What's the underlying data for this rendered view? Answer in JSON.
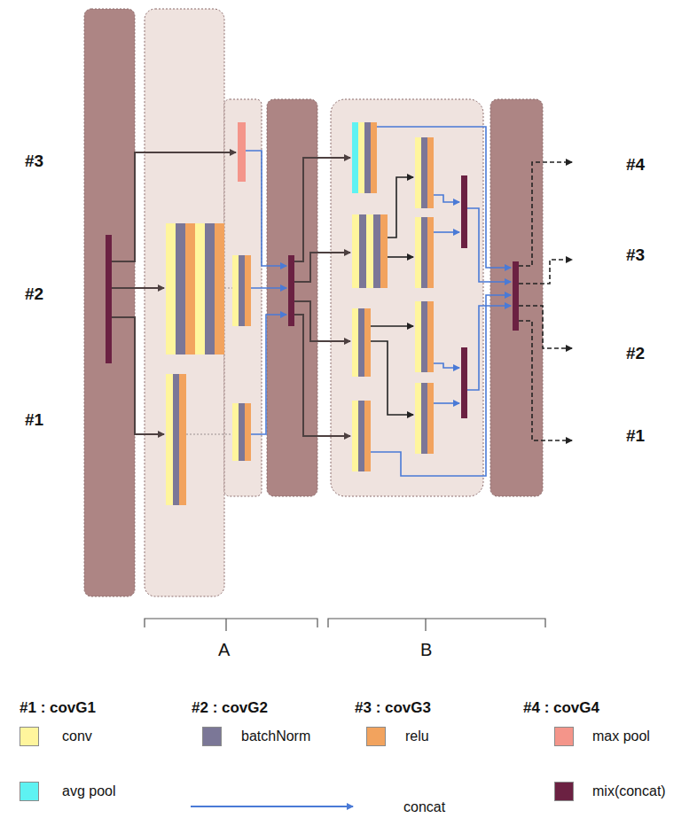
{
  "diagram": {
    "labels": [
      "#3",
      "#2",
      "#1",
      "#4",
      "#3",
      "#2",
      "#1",
      "A",
      "B",
      "#1 : covG1",
      "#2 : covG2",
      "#3 : covG3",
      "#4 : covG4"
    ],
    "legend": [
      {
        "text": "conv",
        "color": "#fff59d"
      },
      {
        "text": "batchNorm",
        "color": "#7b7797"
      },
      {
        "text": "relu",
        "color": "#f2a35e"
      },
      {
        "text": "max pool",
        "color": "#f4958a"
      },
      {
        "text": "avg pool",
        "color": "#5ef2f2"
      },
      {
        "text": "concat"
      },
      {
        "text": "mix(concat)",
        "color": "#6b2142"
      }
    ]
  }
}
